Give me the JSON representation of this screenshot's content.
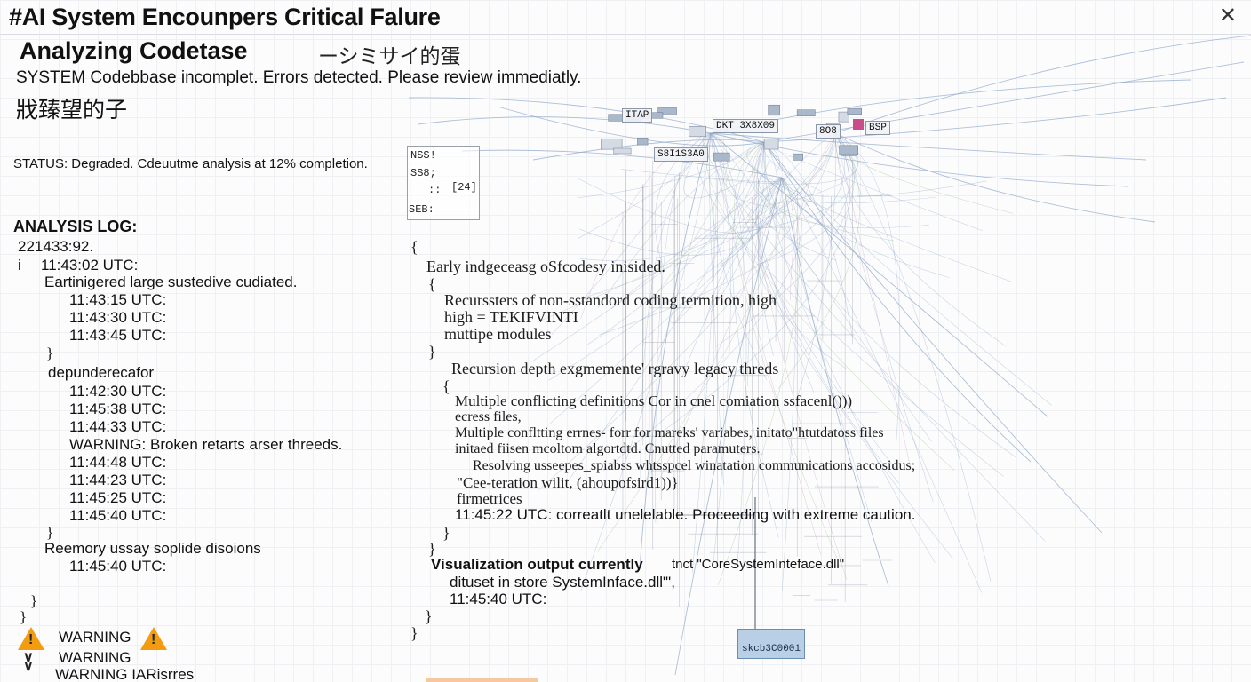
{
  "window": {
    "title": "#AI System Encounpers Critical Falure",
    "close_glyph": "✕"
  },
  "header": {
    "subtitle": "Analyzing Codetase",
    "subtitle_jp": "ーシミサイ的蛋",
    "system_message": "SYSTEM Codebbase incomplet. Errors detected. Please review immediatly.",
    "cjk_line": "戕臻望的子"
  },
  "status": {
    "text": "STATUS: Degraded. Cdeuutme analysis at 12% completion.",
    "completion_percent": 12
  },
  "log": {
    "heading": "ANALYSIS LOG:",
    "lines": [
      "221433:92.",
      "11:43:02 UTC:",
      "Eartinigered large sustedive cudiated.",
      "11:43:15 UTC:",
      "11:43:30 UTC:",
      "11:43:45 UTC:",
      "}",
      "depunderecafor",
      "11:42:30 UTC:",
      "11:45:38 UTC:",
      "11:44:33 UTC:",
      "WARNING: Broken retarts arser threeds.",
      "11:44:48 UTC:",
      "11:44:23 UTC:",
      "11:45:25 UTC:",
      "11:45:40 UTC:",
      "}",
      "Reemory ussay soplide disoions",
      "11:45:40 UTC:",
      "}",
      "}"
    ],
    "gutter_mark": "i"
  },
  "code": {
    "lines": [
      "{",
      "Early indgeceasg oSfcodesy inisided.",
      "{",
      "Recurssters of non-sstandord coding termition, high",
      "high = TEKIFVINTI",
      "muttipe modules",
      "}",
      "Recursion depth exgmemente' rgravy legacy threds",
      "{",
      "Multiple conflicting definitions  Cor in cnel comiation ssfacenl()))",
      "ecress files,",
      "Multiple confltting errnes- forr for mareks' variabes, initato\"htutdatoss files",
      "initaed fiisen mcoltom algortdtd. Cnutted paramuters.",
      "Resolving usseepes_spiabss whtsspcel winatation communications  accosidus;",
      "\"Cee-teration wilit, (ahoupofsird1))}",
      "firmetrices",
      "11:45:22 UTC: correatlt unelelable. Proceeding with extreme caution.",
      "}",
      "}",
      "Visualization output currently",
      "tnct \"CoreSystemInteface.dll\"",
      "dituset in store SystemInface.dll\"',",
      "11:45:40 UTC:",
      "}",
      "}"
    ]
  },
  "side_tags": [
    "NSS!",
    "SS8;",
    "::",
    "SEB:"
  ],
  "side_tag_extra": "[24]",
  "nodes": [
    "DKT 3X8X09",
    "8O8",
    "BSP",
    "ITAP",
    "S8I1S3A0"
  ],
  "node_box": "skcb3C0001",
  "warnings": [
    "WARNING",
    "WARNING",
    "WARNING IARisrres"
  ],
  "colors": {
    "warning": "#f39c12",
    "node_fill": "#b9cfe6",
    "grid": "#eef0f3",
    "graph_edges": "#8fa6c8",
    "accent_pink": "#c94d8a"
  }
}
